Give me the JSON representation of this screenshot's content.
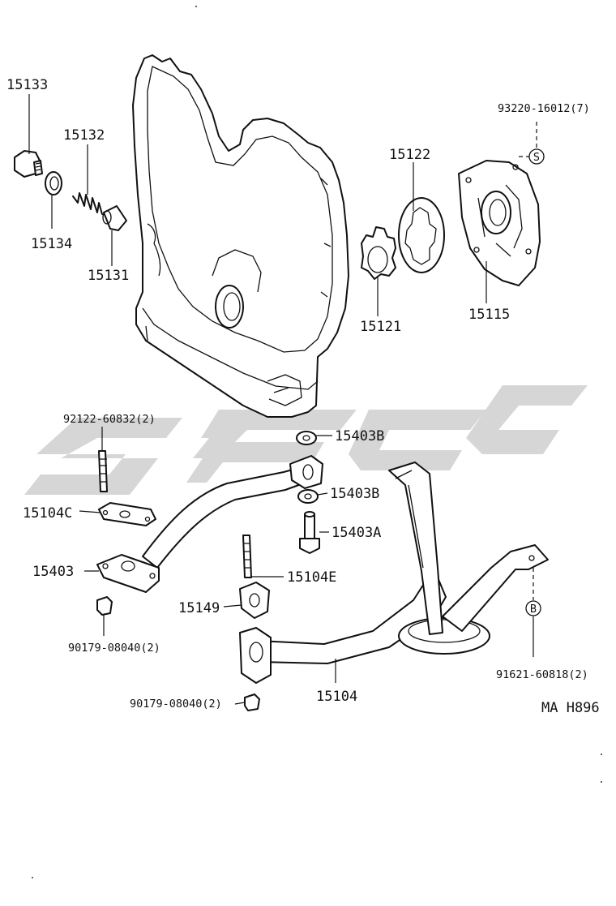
{
  "diagram": {
    "labels": {
      "p15133": "15133",
      "p15132": "15132",
      "p15134": "15134",
      "p15131": "15131",
      "p15122": "15122",
      "p15121": "15121",
      "p15115": "15115",
      "p93220": "93220-16012(7)",
      "p92122": "92122-60832(2)",
      "p15104C": "15104C",
      "p15403": "15403",
      "p15403B_top": "15403B",
      "p15403B_mid": "15403B",
      "p15403A": "15403A",
      "p15104E": "15104E",
      "p15149": "15149",
      "p90179_a": "90179-08040(2)",
      "p90179_b": "90179-08040(2)",
      "p15104": "15104",
      "p91621": "91621-60818(2)",
      "ref_code": "MA H896"
    },
    "markers": {
      "s_marker": "S",
      "b_marker": "B"
    }
  }
}
